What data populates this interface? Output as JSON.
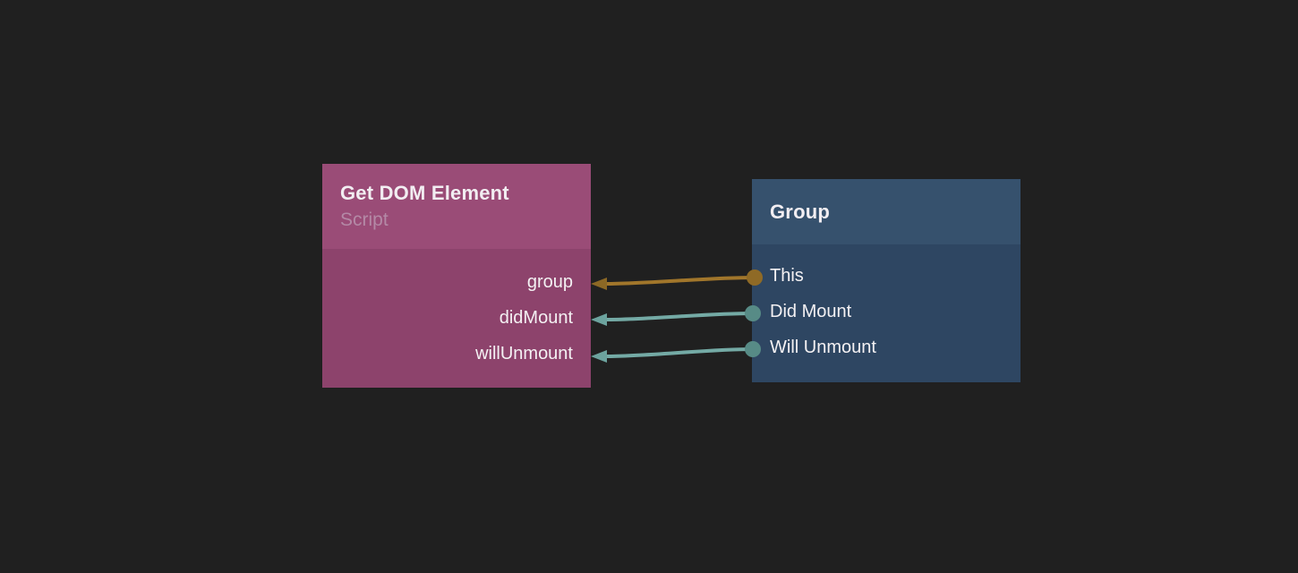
{
  "canvas": {
    "background_color": "#202020"
  },
  "script_node": {
    "title": "Get DOM Element",
    "subtitle": "Script",
    "header_color": "#9a4c77",
    "body_color": "#8d436c",
    "inputs": [
      {
        "label": "group"
      },
      {
        "label": "didMount"
      },
      {
        "label": "willUnmount"
      }
    ]
  },
  "group_node": {
    "title": "Group",
    "header_color": "#36516d",
    "body_color": "#2e4662",
    "outputs": [
      {
        "label": "This"
      },
      {
        "label": "Did Mount"
      },
      {
        "label": "Will Unmount"
      }
    ]
  },
  "connections": [
    {
      "from": "Group.This",
      "to": "Get DOM Element.group",
      "wire_color": "#a1762b",
      "arrow_color": "#8c6825",
      "port_color": "#8f6a26"
    },
    {
      "from": "Group.Did Mount",
      "to": "Get DOM Element.didMount",
      "wire_color": "#74aaa5",
      "arrow_color": "#6ca39e",
      "port_color": "#578b86"
    },
    {
      "from": "Group.Will Unmount",
      "to": "Get DOM Element.willUnmount",
      "wire_color": "#74aaa5",
      "arrow_color": "#6ca39e",
      "port_color": "#578b86"
    }
  ]
}
